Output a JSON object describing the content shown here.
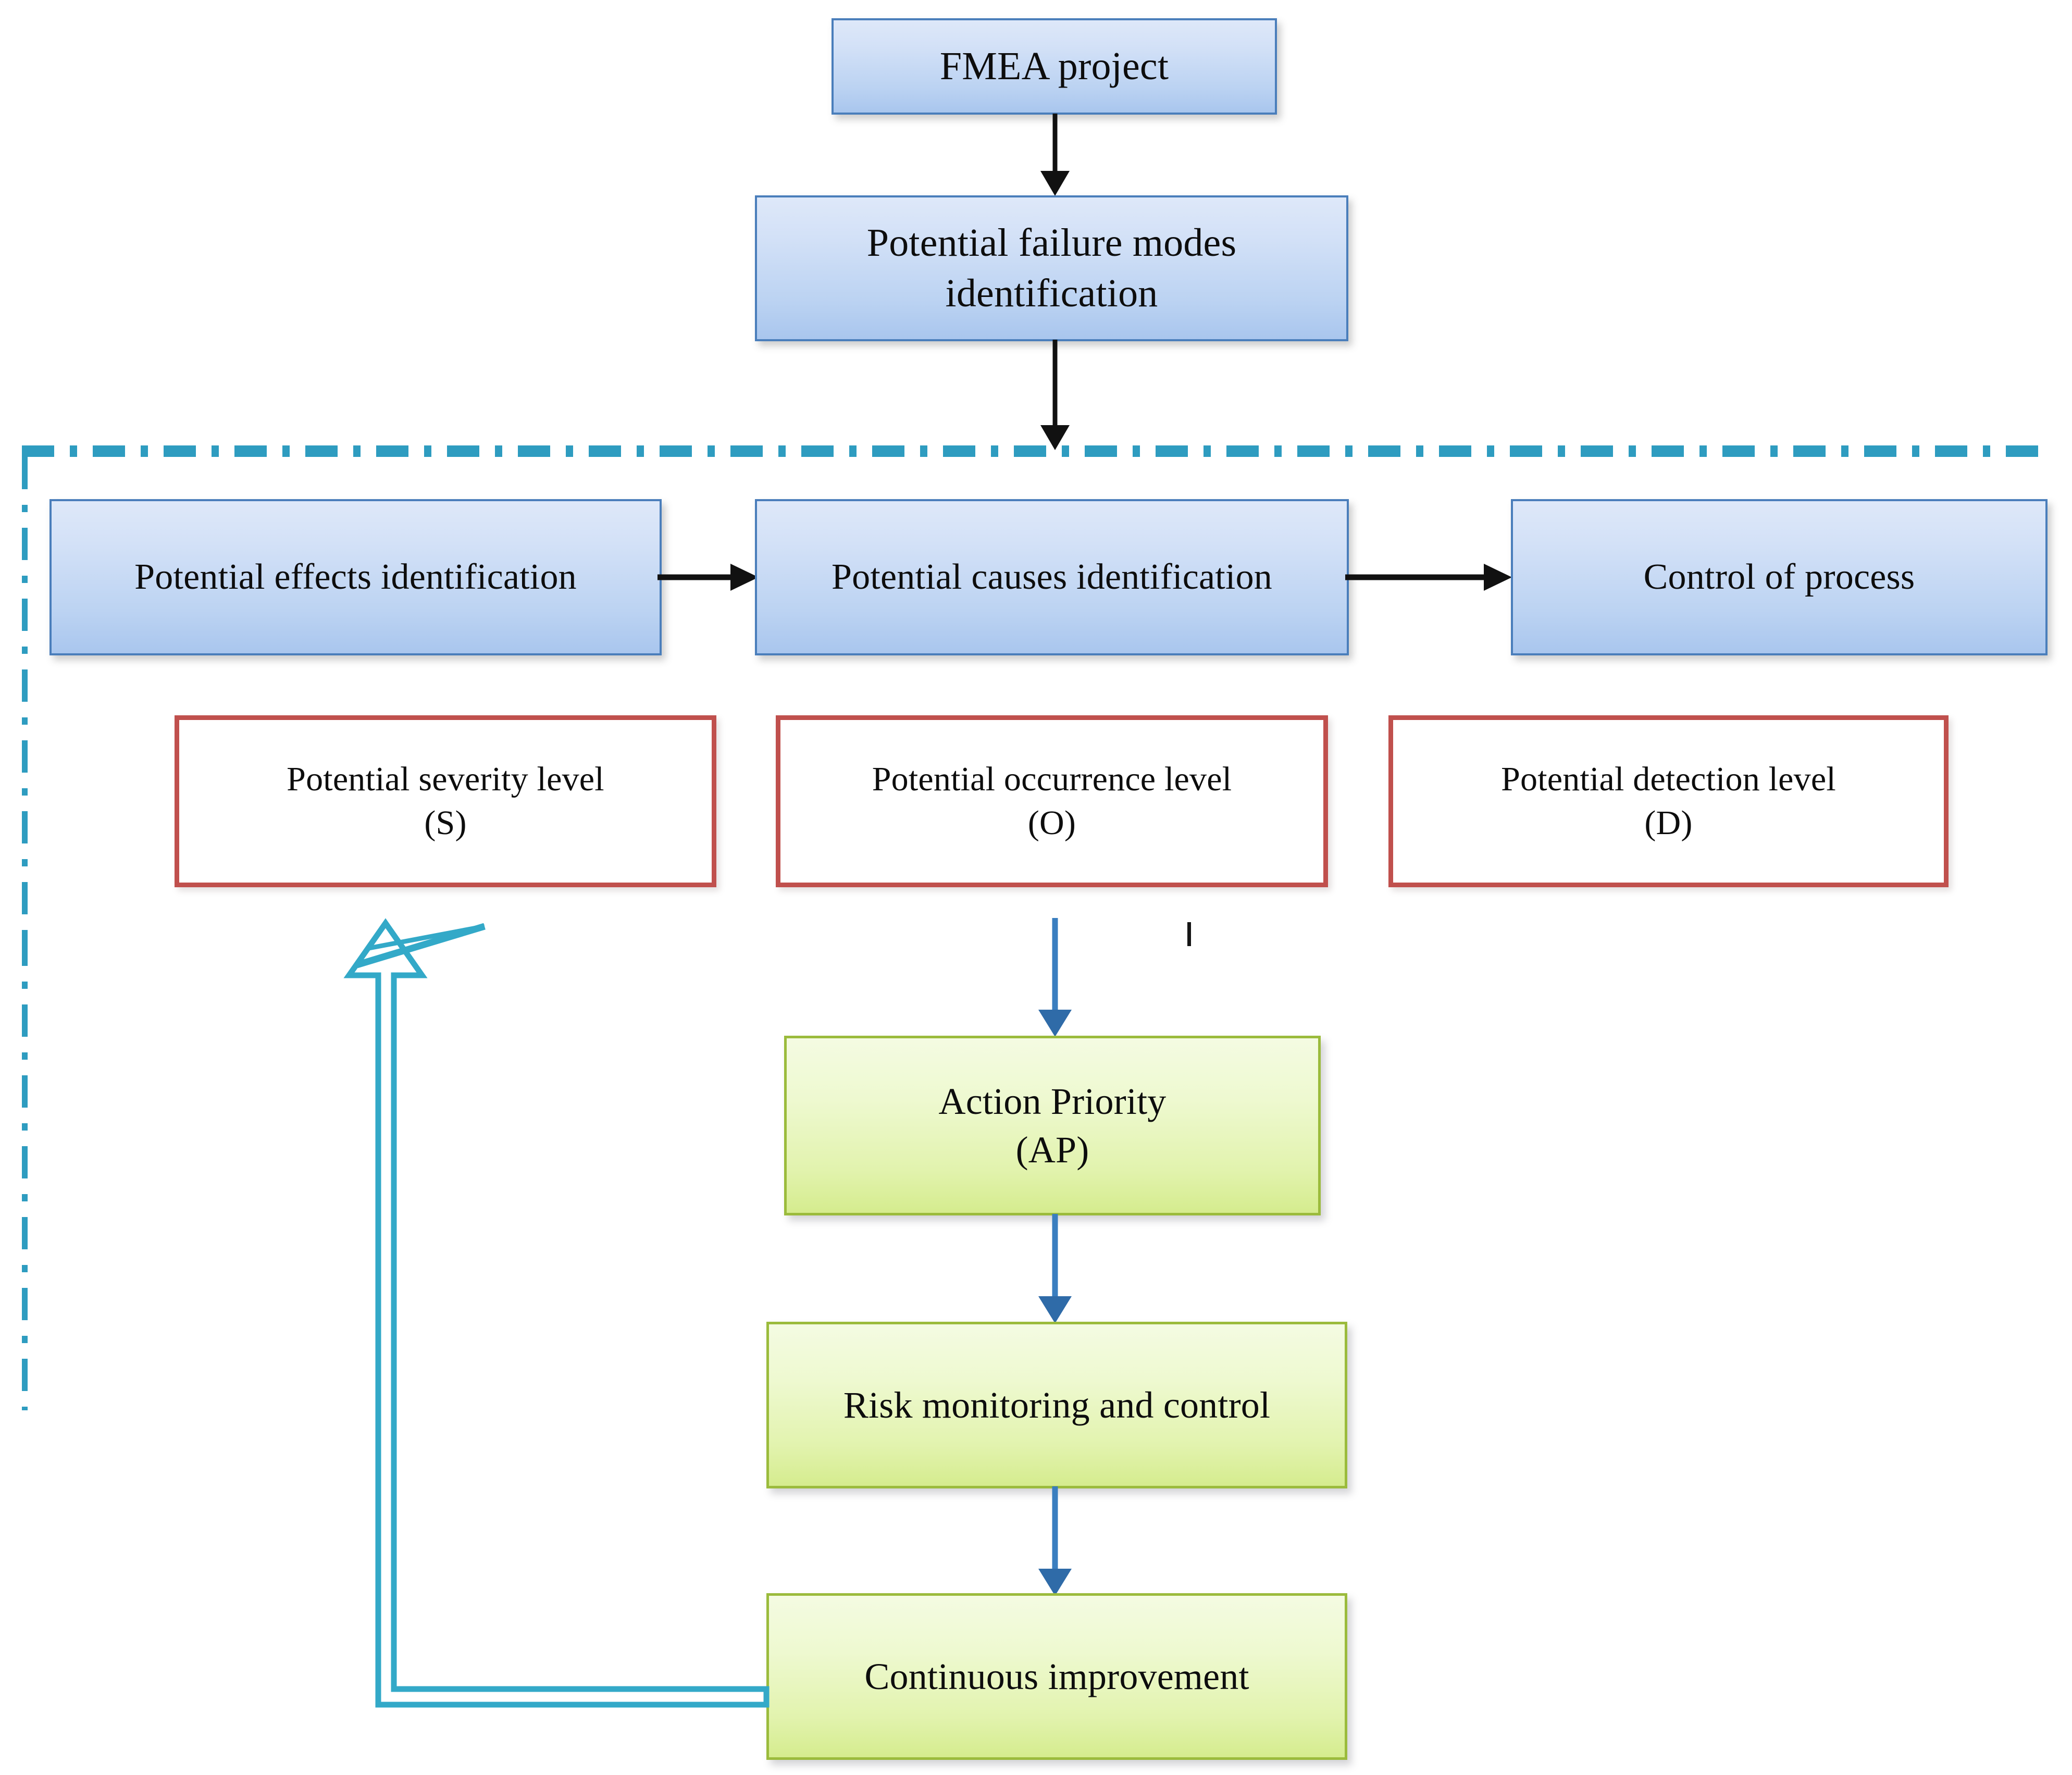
{
  "diagram": {
    "title_present": false,
    "type": "flowchart",
    "colors": {
      "blue_fill_top": "#dee8f9",
      "blue_fill_bottom": "#a9c6ee",
      "blue_border": "#4a7ebb",
      "red_border": "#c0504d",
      "red_fill": "#ffffff",
      "green_fill_top": "#f4fbe2",
      "green_fill_bottom": "#d5ec8e",
      "green_border": "#9bbb3c",
      "dash_border": "#2e9cc0",
      "black_arrow": "#111111",
      "blue_arrow": "#3a7ebf",
      "teal_loop_arrow": "#33a9c8"
    },
    "nodes": [
      {
        "id": "fmea-project",
        "style": "blue",
        "lines": [
          "FMEA project"
        ]
      },
      {
        "id": "failure-modes",
        "style": "blue",
        "lines": [
          "Potential failure modes",
          "identification"
        ]
      },
      {
        "id": "effects-identification",
        "style": "blue",
        "lines": [
          "Potential effects identification"
        ]
      },
      {
        "id": "causes-identification",
        "style": "blue",
        "lines": [
          "Potential causes identification"
        ]
      },
      {
        "id": "control-of-process",
        "style": "blue",
        "lines": [
          "Control of process"
        ]
      },
      {
        "id": "severity-level",
        "style": "red",
        "lines": [
          "Potential severity level",
          "(S)"
        ]
      },
      {
        "id": "occurrence-level",
        "style": "red",
        "lines": [
          "Potential occurrence level",
          "(O)"
        ]
      },
      {
        "id": "detection-level",
        "style": "red",
        "lines": [
          "Potential detection level",
          "(D)"
        ]
      },
      {
        "id": "action-priority",
        "style": "green",
        "lines": [
          "Action Priority",
          "(AP)"
        ]
      },
      {
        "id": "risk-monitoring",
        "style": "green",
        "lines": [
          "Risk monitoring and control"
        ]
      },
      {
        "id": "continuous-improvement",
        "style": "green",
        "lines": [
          "Continuous improvement"
        ]
      }
    ],
    "edges": [
      {
        "id": "fmea-to-failure-modes",
        "from": "fmea-project",
        "to": "failure-modes",
        "style": "black-arrow",
        "direction": "down"
      },
      {
        "id": "failure-modes-to-effects",
        "from": "failure-modes",
        "to": "effects-group",
        "style": "black-arrow",
        "direction": "down"
      },
      {
        "id": "effects-to-causes",
        "from": "effects-identification",
        "to": "causes-identification",
        "style": "black-arrow",
        "direction": "right"
      },
      {
        "id": "causes-to-control",
        "from": "causes-identification",
        "to": "control-of-process",
        "style": "black-arrow",
        "direction": "right"
      },
      {
        "id": "group-to-action-priority",
        "from": "dashed-group",
        "to": "action-priority",
        "style": "blue-arrow",
        "direction": "down"
      },
      {
        "id": "action-priority-to-risk",
        "from": "action-priority",
        "to": "risk-monitoring",
        "style": "blue-arrow",
        "direction": "down"
      },
      {
        "id": "risk-to-continuous",
        "from": "risk-monitoring",
        "to": "continuous-improvement",
        "style": "blue-arrow",
        "direction": "down"
      },
      {
        "id": "continuous-feedback-loop",
        "from": "continuous-improvement",
        "to": "dashed-group",
        "style": "teal-hollow-block-arrow",
        "direction": "left-up"
      }
    ],
    "groups": [
      {
        "id": "dashed-group",
        "style": "dash-dot",
        "contains": [
          "effects-identification",
          "causes-identification",
          "control-of-process",
          "severity-level",
          "occurrence-level",
          "detection-level"
        ]
      }
    ]
  }
}
